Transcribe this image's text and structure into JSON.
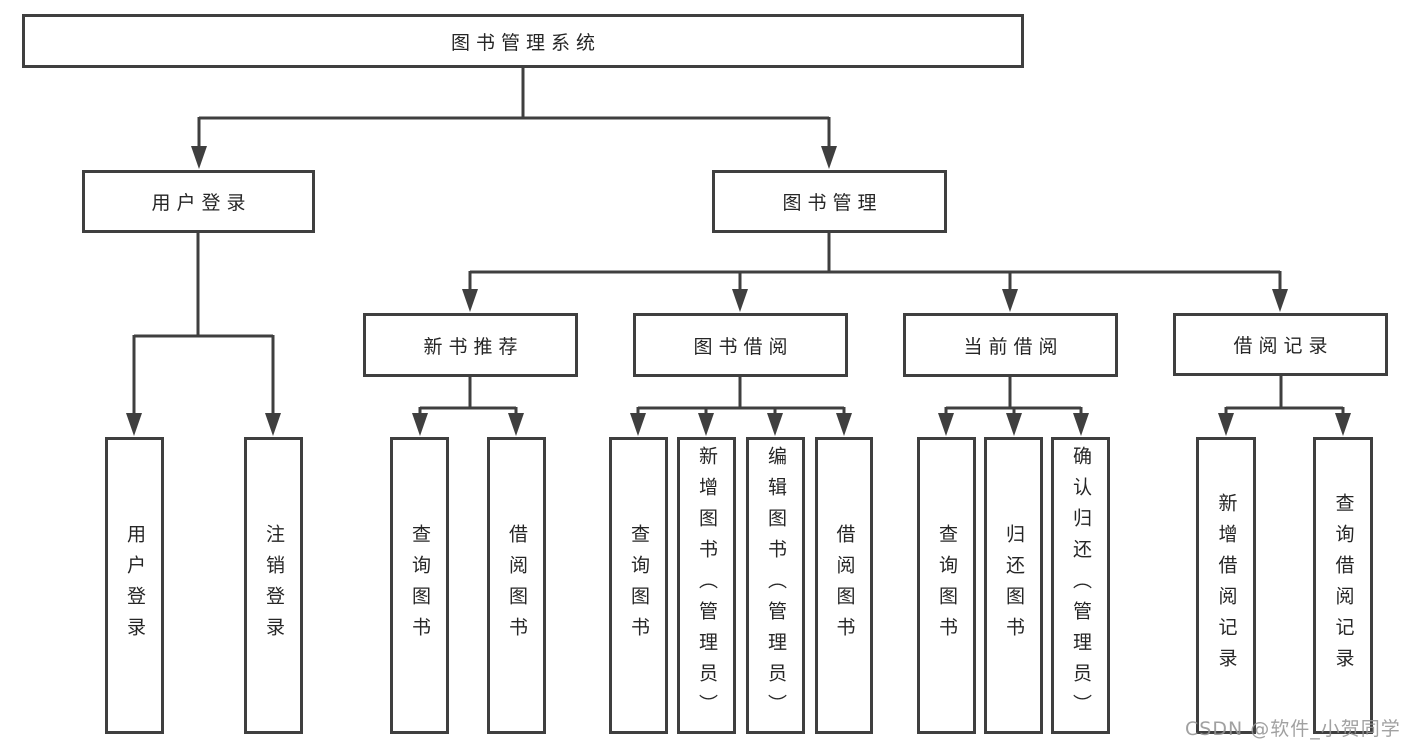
{
  "diagram_type": "hierarchy-tree",
  "tree": {
    "label": "图书管理系统",
    "children": [
      {
        "label": "用户登录",
        "children": [
          {
            "label": "用户登录"
          },
          {
            "label": "注销登录"
          }
        ]
      },
      {
        "label": "图书管理",
        "children": [
          {
            "label": "新书推荐",
            "children": [
              {
                "label": "查询图书"
              },
              {
                "label": "借阅图书"
              }
            ]
          },
          {
            "label": "图书借阅",
            "children": [
              {
                "label": "查询图书"
              },
              {
                "label": "新增图书（管理员）"
              },
              {
                "label": "编辑图书（管理员）"
              },
              {
                "label": "借阅图书"
              }
            ]
          },
          {
            "label": "当前借阅",
            "children": [
              {
                "label": "查询图书"
              },
              {
                "label": "归还图书"
              },
              {
                "label": "确认归还（管理员）"
              }
            ]
          },
          {
            "label": "借阅记录",
            "children": [
              {
                "label": "新增借阅记录"
              },
              {
                "label": "查询借阅记录"
              }
            ]
          }
        ]
      }
    ]
  },
  "watermark": {
    "text": "CSDN @软件_小贺同学",
    "color": "#949494"
  },
  "colors": {
    "background": "#ffffff",
    "box_border": "#3f3f3f",
    "box_fill": "#ffffff",
    "line": "#3f3f3f",
    "text": "#262626"
  }
}
